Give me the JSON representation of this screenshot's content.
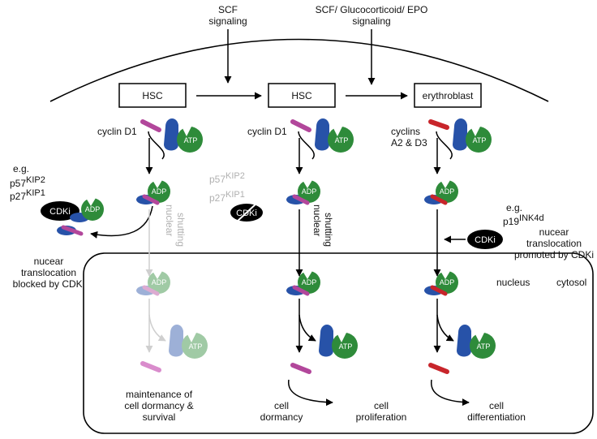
{
  "signals": {
    "scf": [
      "SCF",
      "signaling"
    ],
    "multi": [
      "SCF/ Glucocorticoid/ EPO",
      "signaling"
    ]
  },
  "boxes": {
    "hsc1": "HSC",
    "hsc2": "HSC",
    "erythroblast": "erythroblast"
  },
  "cyclins": {
    "c1": [
      "cyclin D1"
    ],
    "c2": [
      "cyclin D1"
    ],
    "c3": [
      "cyclins",
      "A2 & D3"
    ]
  },
  "kinase": {
    "atp": "ATP",
    "adp": "ADP"
  },
  "cdki": {
    "label": "CDKi",
    "eg": "e.g.",
    "p57_base": "p57",
    "p57_sup": "KIP2",
    "p27_base": "p27",
    "p27_sup": "KIP1",
    "p19_base": "p19",
    "p19_sup": "INK4d"
  },
  "translocation": {
    "blocked": [
      "nucear",
      "translocation",
      "blocked by CDKi"
    ],
    "promoted": [
      "nucear",
      "translocation",
      "promoted by CDKi"
    ]
  },
  "shutting": [
    "nuclear",
    "shutting"
  ],
  "compartments": {
    "nucleus": "nucleus",
    "cytosol": "cytosol"
  },
  "outcomes": {
    "maintenance": [
      "maintenance of",
      "cell dormancy &",
      "survival"
    ],
    "dormancy": [
      "cell",
      "dormancy"
    ],
    "proliferation": [
      "cell",
      "proliferation"
    ],
    "differentiation": [
      "cell",
      "differentiation"
    ]
  },
  "colors": {
    "green": "#2e8b3a",
    "blue": "#2752a8",
    "magenta": "#b2479b",
    "red": "#c8252b",
    "faded": "#b8b8b8"
  }
}
